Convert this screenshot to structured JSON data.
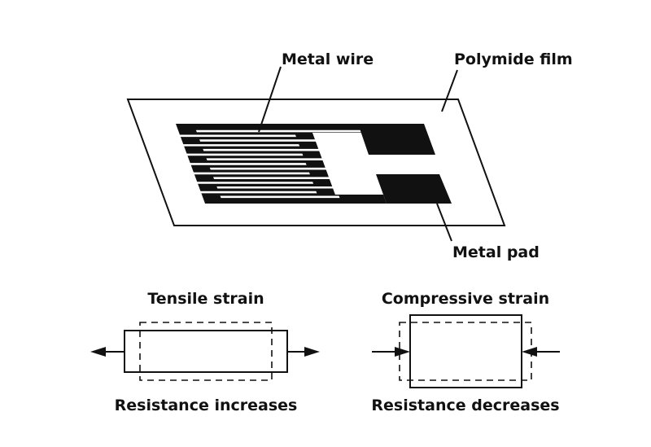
{
  "diagram": {
    "title": "Strain gauge structure",
    "colors": {
      "ink": "#111111",
      "background": "#ffffff"
    },
    "labels": {
      "metal_wire": "Metal wire",
      "polymide_film": "Polymide film",
      "metal_pad": "Metal pad"
    },
    "grid": {
      "wire_count": 8
    },
    "tensile": {
      "title": "Tensile strain",
      "result": "Resistance increases",
      "arrow_direction": "outward"
    },
    "compressive": {
      "title": "Compressive strain",
      "result": "Resistance decreases",
      "arrow_direction": "inward"
    }
  }
}
